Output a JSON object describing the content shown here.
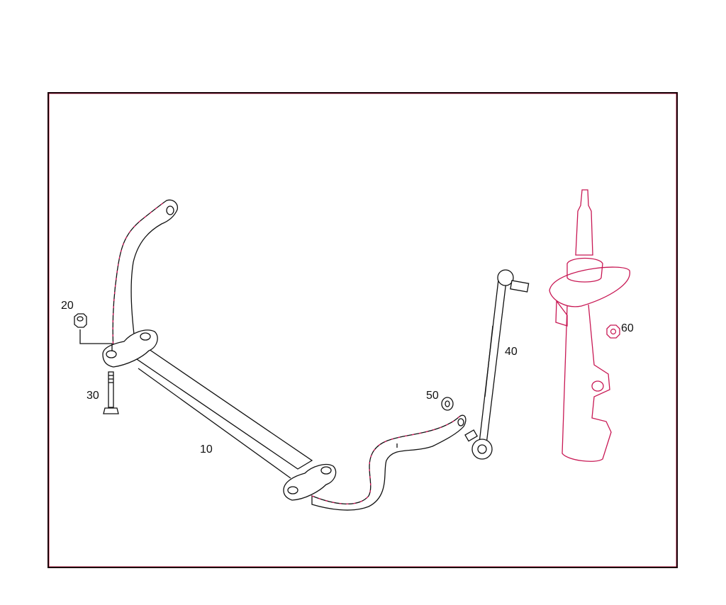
{
  "diagram": {
    "type": "exploded-parts-view",
    "subject": "front stabilizer bar assembly with strut",
    "colors": {
      "line": "#111111",
      "accent": "#d4145a",
      "background": "#ffffff"
    },
    "callouts": [
      {
        "id": "10",
        "label": "10",
        "part": "stabilizer-bar"
      },
      {
        "id": "20",
        "label": "20",
        "part": "nut"
      },
      {
        "id": "30",
        "label": "30",
        "part": "bolt"
      },
      {
        "id": "40",
        "label": "40",
        "part": "stabilizer-link"
      },
      {
        "id": "50",
        "label": "50",
        "part": "washer"
      },
      {
        "id": "60",
        "label": "60",
        "part": "nut"
      }
    ]
  }
}
